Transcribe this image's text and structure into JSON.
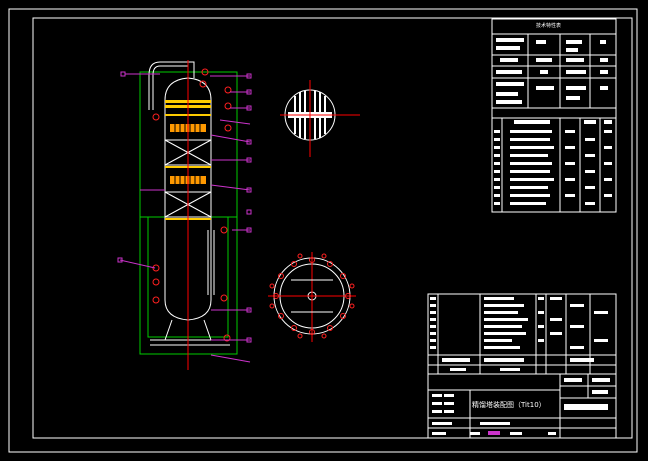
{
  "drawing": {
    "title_block_name": "精馏塔装配图（Tit10）",
    "spec_table_heading": "技术特性表",
    "colors": {
      "background": "#000000",
      "frame": "#ffffff",
      "vessel": "#ffffff",
      "green_outline": "#00cc00",
      "centerline": "#ff0000",
      "nozzle": "#ff2020",
      "leader": "#cc33cc",
      "packing": "#ff9900",
      "tray": "#ffcc00",
      "table_fill": "#ffffff"
    },
    "views": [
      {
        "name": "column-elevation-view"
      },
      {
        "name": "distributor-plan-view"
      },
      {
        "name": "nozzle-orientation-view"
      }
    ]
  }
}
